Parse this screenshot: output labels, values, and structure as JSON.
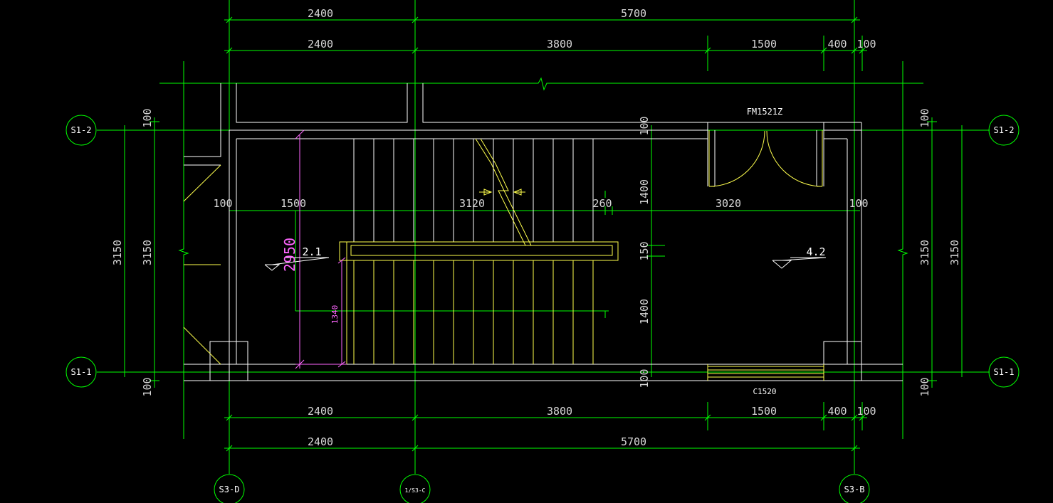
{
  "colors": {
    "background": "#000000",
    "dimension": "#00ff00",
    "wall": "#ffffff",
    "stair": "#ffff4d",
    "level_dim": "#ff66ff",
    "label": "#d8d8d8"
  },
  "dims": {
    "top_outer": [
      "2400",
      "5700"
    ],
    "top_inner": [
      "2400",
      "3800",
      "1500",
      "400",
      "100"
    ],
    "bottom_inner": [
      "2400",
      "3800",
      "1500",
      "400",
      "100"
    ],
    "bottom_outer": [
      "2400",
      "5700"
    ],
    "mid_row": [
      "100",
      "1500",
      "3120",
      "260",
      "3020",
      "100"
    ],
    "left_outer": "3150",
    "left_inner": "3150",
    "left_top_small": "100",
    "left_bottom_small": "100",
    "right_inner": "3150",
    "right_outer": "3150",
    "right_top_small": "100",
    "right_bottom_small": "100",
    "center_column": [
      "100",
      "1400",
      "150",
      "1400",
      "100"
    ],
    "stair_run": "2950",
    "flight_small": "1340"
  },
  "grid_axes": {
    "s1_2_left": "S1-2",
    "s1_2_right": "S1-2",
    "s1_1_left": "S1-1",
    "s1_1_right": "S1-1",
    "s3_d": "S3-D",
    "s3_c": "1/S3-C",
    "s3_b": "S3-B"
  },
  "labels": {
    "door": "FM1521Z",
    "window": "C1520",
    "level_landing": "2.1",
    "level_floor": "4.2"
  }
}
